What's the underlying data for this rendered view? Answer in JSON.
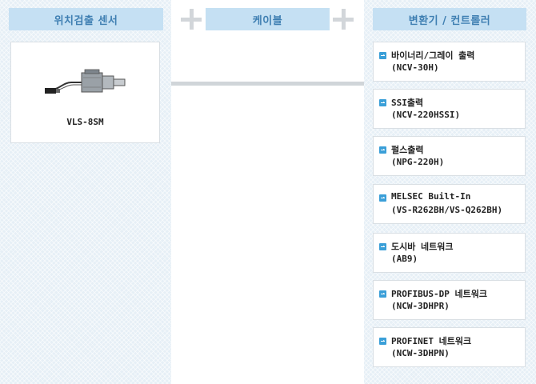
{
  "headers": {
    "sensor": "위치검출 센서",
    "cable": "케이블",
    "converter": "변환기 / 컨트롤러"
  },
  "sensor": {
    "model": "VLS-8SM"
  },
  "converters": [
    {
      "name": "바이너리/그레이 출력",
      "model": "(NCV-30H)"
    },
    {
      "name": "SSI출력",
      "model": "(NCV-220HSSI)"
    },
    {
      "name": "펄스출력",
      "model": "(NPG-220H)"
    },
    {
      "name": "MELSEC Built-In",
      "model": "(VS-R262BH/VS-Q262BH)"
    },
    {
      "name": "도시바 네트워크",
      "model": "(AB9)"
    },
    {
      "name": "PROFIBUS-DP 네트워크",
      "model": "(NCW-3DHPR)"
    },
    {
      "name": "PROFINET 네트워크",
      "model": "(NCW-3DHPN)"
    }
  ]
}
